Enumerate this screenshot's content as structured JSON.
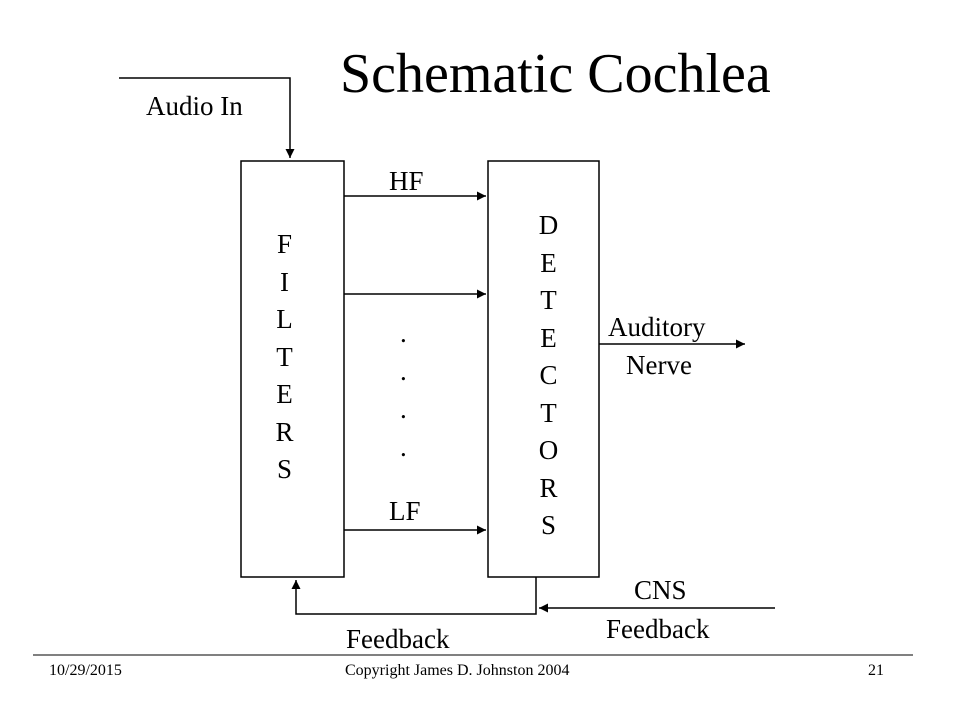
{
  "slide": {
    "title": "Schematic Cochlea",
    "audio_in": "Audio In",
    "filters_letters": [
      "F",
      "I",
      "L",
      "T",
      "E",
      "R",
      "S"
    ],
    "detectors_letters": [
      "D",
      "E",
      "T",
      "E",
      "C",
      "T",
      "O",
      "R",
      "S"
    ],
    "hf_label": "HF",
    "lf_label": "LF",
    "dots": [
      ".",
      ".",
      ".",
      "."
    ],
    "auditory": "Auditory",
    "nerve": "Nerve",
    "cns": "CNS",
    "cns_feedback": "Feedback",
    "feedback": "Feedback"
  },
  "footer": {
    "date": "10/29/2015",
    "copyright": "Copyright James D. Johnston 2004",
    "page": "21"
  }
}
